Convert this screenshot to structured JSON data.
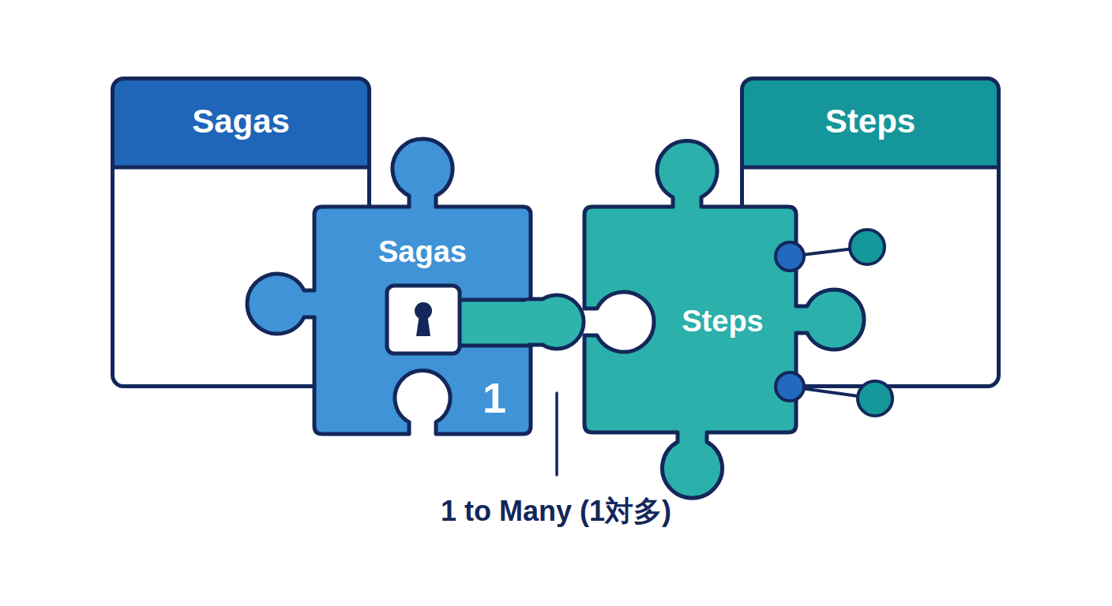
{
  "diagram": {
    "nodes": [
      {
        "text": [
          "Sagas"
        ]
      },
      {
        "text": [
          "Steps"
        ]
      },
      {
        "text": [
          "Sagas",
          "1"
        ]
      },
      {
        "text": [
          "Steps"
        ]
      }
    ],
    "edges": [
      {
        "from": 2,
        "to": 3,
        "arrow": "none"
      }
    ],
    "labels": [
      "1 to Many (1対多)"
    ]
  }
}
